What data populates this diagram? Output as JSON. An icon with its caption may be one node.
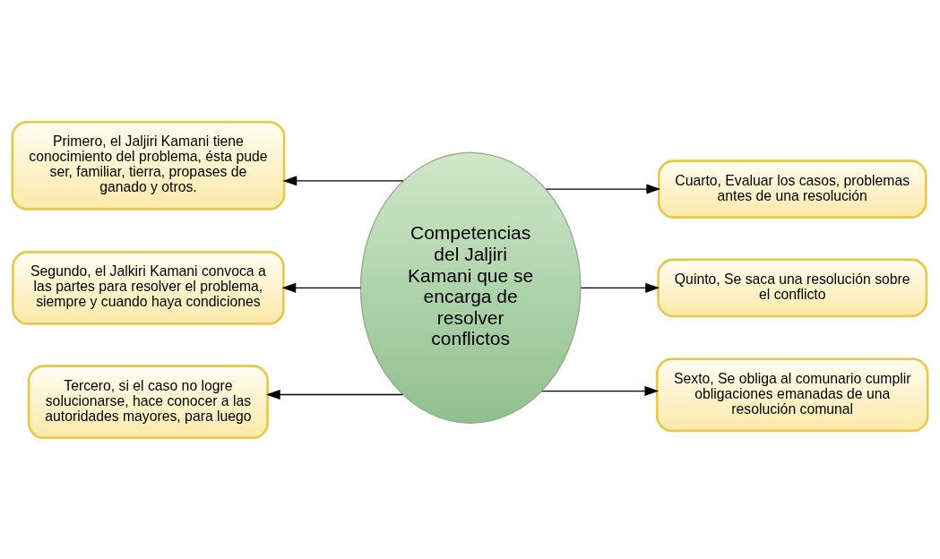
{
  "diagram": {
    "nodes": [
      {
        "text": [
          "Competencias del Jaljiri Kamani que se encarga de resolver conflictos"
        ]
      },
      {
        "text": [
          "Primero, el Jaljiri Kamani tiene conocimiento del problema, ésta pude ser, familiar, tierra, propases de ganado y otros."
        ]
      },
      {
        "text": [
          "Segundo, el Jalkiri Kamani convoca a las partes para resolver el problema, siempre y cuando haya condiciones"
        ]
      },
      {
        "text": [
          "Tercero, si el caso no logre solucionarse, hace conocer a las autoridades mayores, para luego"
        ]
      },
      {
        "text": [
          "Cuarto, Evaluar los casos, problemas antes de una resolución"
        ]
      },
      {
        "text": [
          "Quinto, Se saca una resolución sobre el conflicto"
        ]
      },
      {
        "text": [
          "Sexto, Se obliga al comunario cumplir obligaciones emanadas de una resolución comunal"
        ]
      }
    ],
    "edges": [
      {
        "from": 0,
        "to": 1,
        "arrow": "to"
      },
      {
        "from": 0,
        "to": 2,
        "arrow": "to"
      },
      {
        "from": 0,
        "to": 3,
        "arrow": "to"
      },
      {
        "from": 0,
        "to": 4,
        "arrow": "to"
      },
      {
        "from": 0,
        "to": 5,
        "arrow": "to"
      },
      {
        "from": 0,
        "to": 6,
        "arrow": "to"
      }
    ]
  }
}
